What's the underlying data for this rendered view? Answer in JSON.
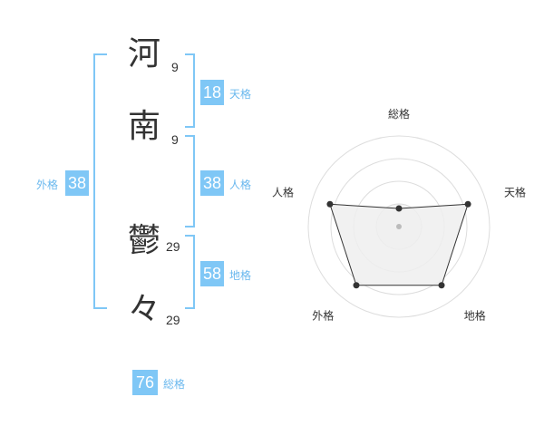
{
  "name": {
    "chars": [
      {
        "char": "河",
        "strokes": "9"
      },
      {
        "char": "南",
        "strokes": "9"
      },
      {
        "char": "鬱",
        "strokes": "29"
      },
      {
        "char": "々",
        "strokes": "29"
      }
    ]
  },
  "fortunes": {
    "tenkaku": {
      "value": "18",
      "label": "天格"
    },
    "jinkaku": {
      "value": "38",
      "label": "人格"
    },
    "chikaku": {
      "value": "58",
      "label": "地格"
    },
    "gaikaku": {
      "value": "38",
      "label": "外格"
    },
    "soukaku": {
      "value": "76",
      "label": "総格"
    }
  },
  "radar": {
    "axes": [
      "総格",
      "天格",
      "地格",
      "外格",
      "人格"
    ],
    "values": [
      0.2,
      0.8,
      0.8,
      0.8,
      0.8
    ],
    "colors": {
      "line": "#333333",
      "fill": "#eeeeee",
      "grid": "#dddddd",
      "center": "#bbbbbb"
    }
  }
}
